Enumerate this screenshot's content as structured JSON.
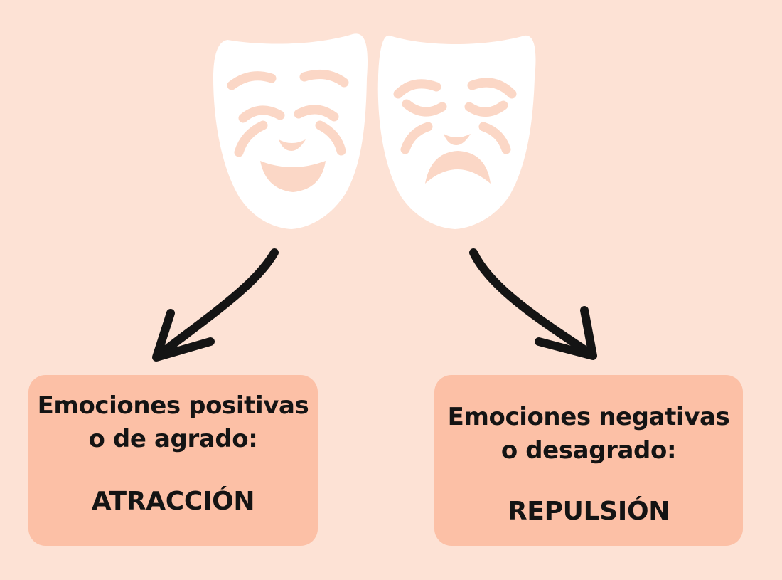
{
  "colors": {
    "background": "#fde2d5",
    "mask": "#ffffff",
    "mask_features": "#fbd7c6",
    "box_fill": "#fcc0a6",
    "arrow": "#141414",
    "text": "#141414"
  },
  "masks": {
    "left_icon": "comedy-mask-icon",
    "right_icon": "tragedy-mask-icon"
  },
  "left_box": {
    "line1": "Emociones positivas",
    "line2": "o de agrado:",
    "keyword": "ATRACCIÓN"
  },
  "right_box": {
    "line1": "Emociones negativas",
    "line2": "o desagrado:",
    "keyword": "REPULSIÓN"
  }
}
